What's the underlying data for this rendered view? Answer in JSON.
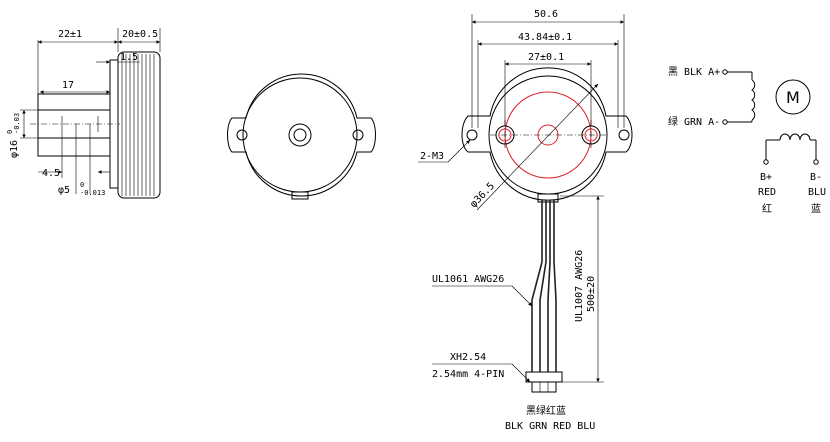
{
  "side_view": {
    "dim_length": "22±1",
    "dim_depth": "20±0.5",
    "dim_offset": "1.5",
    "dim_body": "17",
    "dim_shaft_len": "4.5",
    "dim_boss_dia": "φ16",
    "dim_boss_tol_upper": "0",
    "dim_boss_tol_lower": "-0.03",
    "dim_shaft_dia": "φ5",
    "dim_shaft_tol_upper": "0",
    "dim_shaft_tol_lower": "-0.013"
  },
  "rear_view": {
    "dim_overall": "50.6",
    "dim_hole_spacing": "43.84±0.1",
    "dim_inner": "27±0.1",
    "dim_body_dia": "φ36.5",
    "mount_holes": "2-M3",
    "cable_spec": "UL1061 AWG26",
    "lead_spec": "UL1007 AWG26",
    "lead_length": "500±20",
    "connector_model": "XH2.54",
    "connector_pitch": "2.54mm 4-PIN",
    "wire_colors_cn": "黑绿红蓝",
    "wire_colors_en": "BLK GRN RED BLU"
  },
  "wiring": {
    "a_plus_cn": "黑",
    "a_plus": "BLK A+",
    "a_minus_cn": "绿",
    "a_minus": "GRN A-",
    "motor_symbol": "M",
    "b_plus": "B+",
    "b_plus_color": "RED",
    "b_plus_cn": "红",
    "b_minus": "B-",
    "b_minus_color": "BLU",
    "b_minus_cn": "蓝"
  },
  "colors": {
    "accent_red": "#e0202a",
    "line": "#000000"
  }
}
